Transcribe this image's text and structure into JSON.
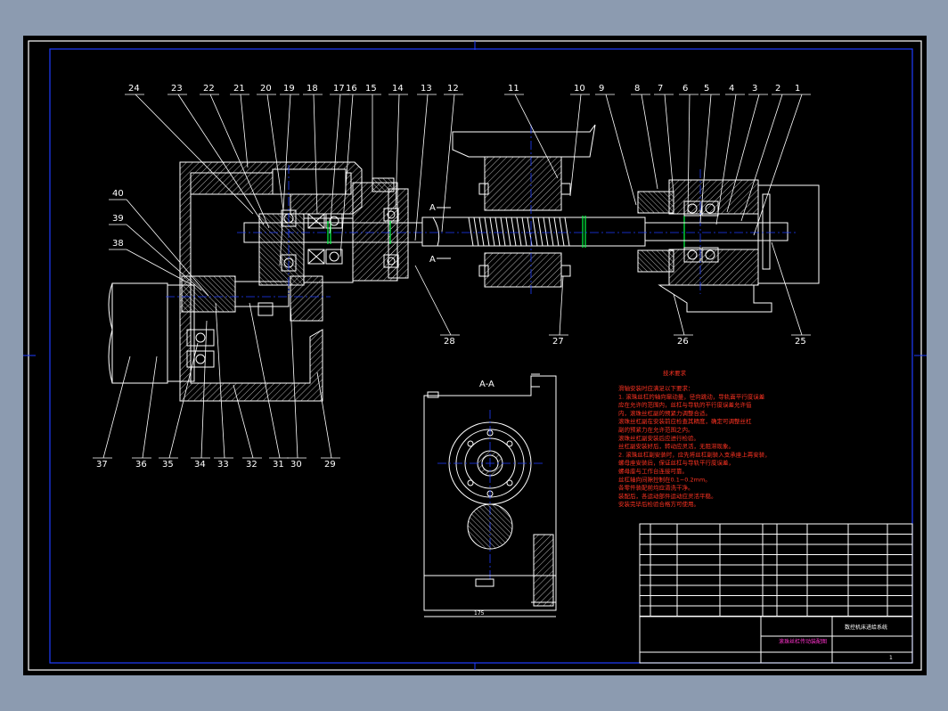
{
  "drawing": {
    "callouts_top": [
      "24",
      "23",
      "22",
      "21",
      "20",
      "19",
      "18",
      "17",
      "16",
      "15",
      "14",
      "13",
      "12",
      "11",
      "10",
      "9",
      "8",
      "7",
      "6",
      "5",
      "4",
      "3",
      "2",
      "1"
    ],
    "callouts_left": [
      "40",
      "39",
      "38"
    ],
    "callouts_bottom": [
      "37",
      "36",
      "35",
      "34",
      "33",
      "32",
      "31",
      "30",
      "29"
    ],
    "callouts_mid": [
      "28",
      "27",
      "26",
      "25"
    ],
    "section_mark": "A",
    "section_title": "A-A",
    "dimension": "175"
  },
  "notes": {
    "title": "技术要求",
    "lines": [
      "滑轴安装时应满足以下要求：",
      "1. 滚珠丝杠的轴向窜动量，径向跳动，导轨面平行度误差",
      "   应在允许的范围内，丝杠与导轨的平行度误差允许值",
      "   内，滚珠丝杠副的预紧力调整合适。",
      "   滚珠丝杠副在安装前应检查其精度，确定可调整丝杠",
      "   副的预紧力在允许范围之内。",
      "   滚珠丝杠副安装后应进行检验。",
      "   丝杠副安装好后，转动应灵活，无阻滞现象。",
      "2. 滚珠丝杠副安装时，应先将丝杠副装入支承座上再安装，",
      "   螺母座安装后，保证丝杠与导轨平行度误差，",
      "   螺母座与工作台连接可靠。",
      "   丝杠轴向间隙控制在0.1~0.2mm。",
      "   各零件装配前均应清洗干净。",
      "   装配后，各运动部件运动应灵活平稳。",
      "   安装完毕后检验合格方可使用。"
    ]
  },
  "title_block": {
    "drawing_title": "滚珠丝杠传动装配图",
    "right_header": "数控机床进给系统",
    "sheet": "1"
  },
  "colors": {
    "background": "#000000",
    "border": "#1e3dff",
    "lines": "#ffffff",
    "notes": "#ff3322",
    "highlight": "#00ff44",
    "title_mark": "#ff33cc"
  }
}
